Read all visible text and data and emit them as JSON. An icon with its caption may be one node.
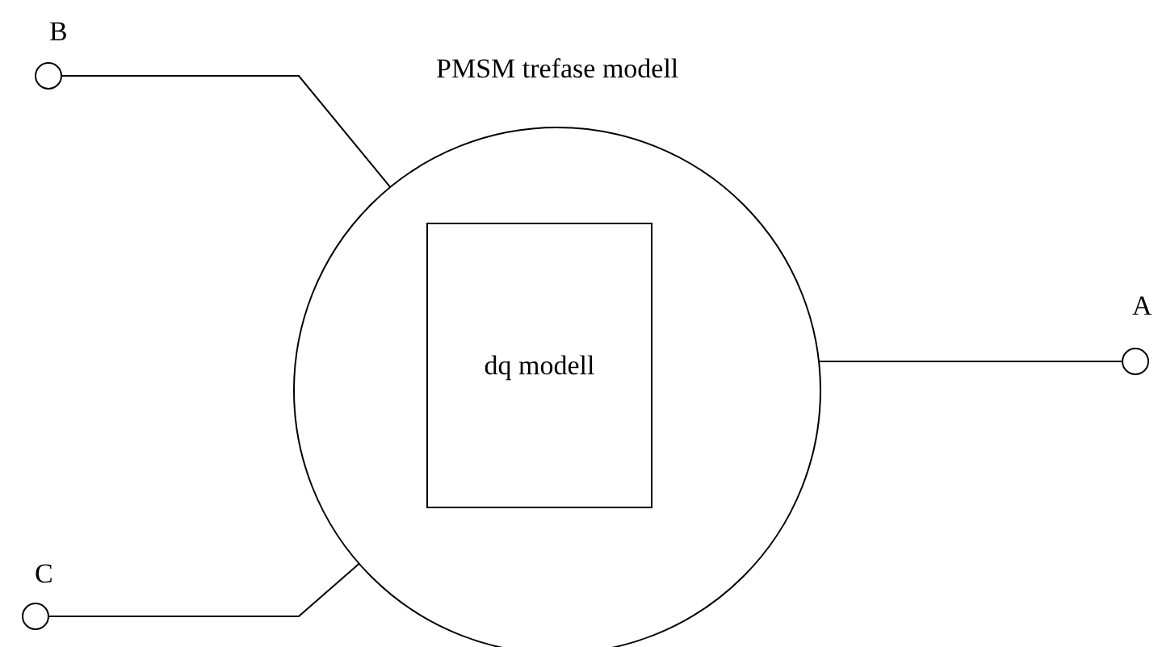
{
  "diagram": {
    "nodes": [
      {
        "text": [
          "PMSM trefase modell"
        ]
      },
      {
        "text": [
          "dq modell"
        ],
        "in": 0
      },
      {
        "text": [],
        "shape": "circle",
        "beside": [
          "B"
        ]
      },
      {
        "text": [],
        "shape": "circle",
        "beside": [
          "A"
        ]
      },
      {
        "text": [],
        "shape": "circle",
        "beside": [
          "C"
        ]
      }
    ],
    "edges": [
      {
        "from": 2,
        "to": 0,
        "arrow": "none"
      },
      {
        "from": 3,
        "to": 0,
        "arrow": "none"
      },
      {
        "from": 4,
        "to": 0,
        "arrow": "none"
      }
    ]
  }
}
